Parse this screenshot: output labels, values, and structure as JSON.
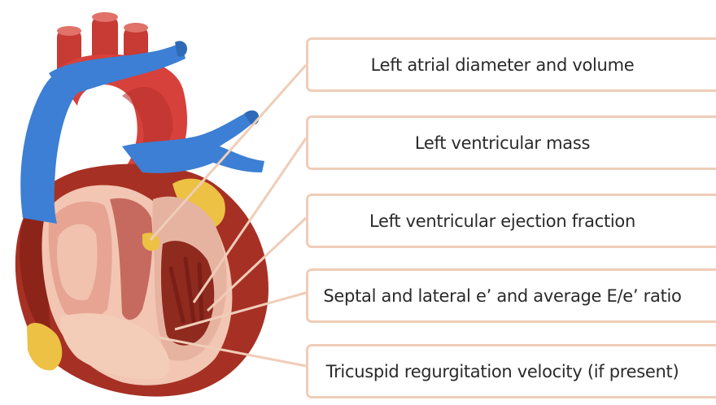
{
  "labels": [
    "Left atrial diameter and volume",
    "Left ventricular mass",
    "Left ventricular ejection fraction",
    "Septal and lateral e’ and average E/e’ ratio",
    "Tricuspid regurgitation velocity (if present)"
  ],
  "colors": {
    "vein_blue": "#3c7fd4",
    "artery_red": "#d93d3a",
    "myocardium": "#a73024",
    "chamber_pink": "#edb6a5",
    "fat_yellow": "#ecc144",
    "leader_line": "#efcdb8"
  }
}
